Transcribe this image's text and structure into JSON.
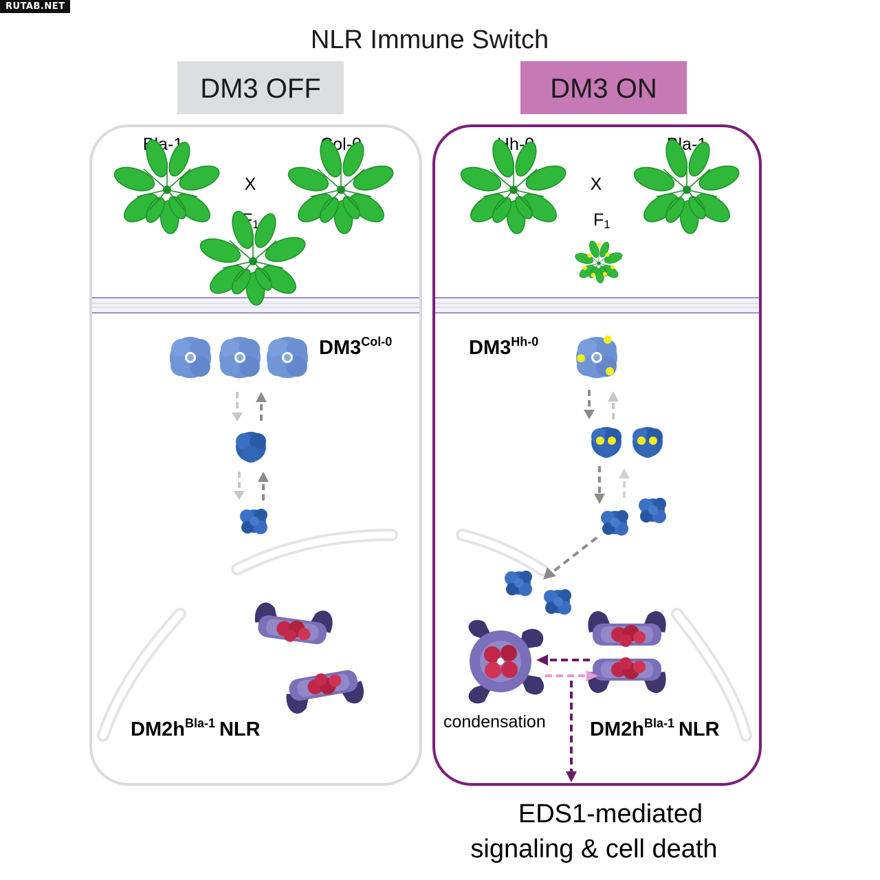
{
  "watermark": "RUTAB.NET",
  "title": "NLR Immune Switch",
  "colors": {
    "off_header": "#dcdddf",
    "on_header": "#c779b6",
    "on_border": "#7b1f77",
    "off_border": "#d9d9dc",
    "plant": "#2fb83a",
    "plant_dark": "#1f8f2a",
    "dm3_blue": "#2f63b4",
    "nlr_purple": "#4b3f86",
    "nlr_red": "#c2274a",
    "membrane": "#9b8fc9",
    "arrow_dark": "#8c8c8c",
    "arrow_light": "#c8c8c8",
    "arrow_purple": "#6d1a69",
    "arrow_pink": "#e59ad2",
    "yellow_dot": "#f1ee1b"
  },
  "panels": {
    "off": {
      "header": "DM3 OFF",
      "parent_left": "Bla-1",
      "parent_right": "Col-0",
      "cross": "X",
      "f1_main": "F",
      "f1_sub": "1",
      "dm3_main": "DM3",
      "dm3_sup": "Col-0",
      "nlr_main": "DM2h",
      "nlr_sup": "Bla-1",
      "nlr_tail": "NLR"
    },
    "on": {
      "header": "DM3 ON",
      "parent_left": "Hh-0",
      "parent_right": "Bla-1",
      "cross": "X",
      "f1_main": "F",
      "f1_sub": "1",
      "dm3_main": "DM3",
      "dm3_sup": "Hh-0",
      "nlr_main": "DM2h",
      "nlr_sup": "Bla-1",
      "nlr_tail": "NLR",
      "condensation": "condensation"
    }
  },
  "outcome": {
    "line1": "EDS1-mediated",
    "line2": "signaling & cell death"
  }
}
